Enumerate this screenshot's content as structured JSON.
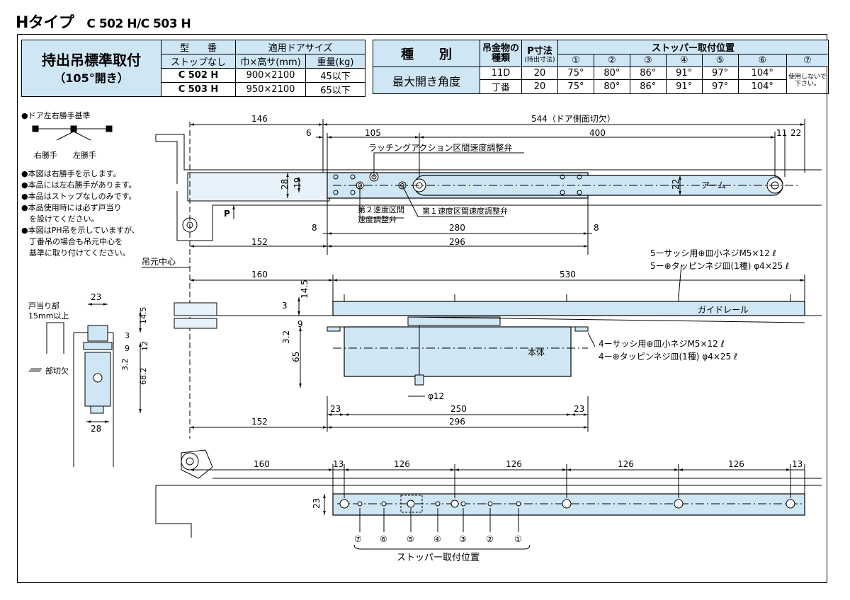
{
  "header": {
    "title": "Hタイプ",
    "models": "C 502 H/C 503 H"
  },
  "spec_left": {
    "main_title": "持出吊標準取付",
    "main_sub": "（105°開き）",
    "col_model": "型　　番",
    "col_door_size": "適用ドアサイズ",
    "stop_label": "ストップなし",
    "col_wh": "巾×高サ(mm)",
    "col_weight": "重量(kg)",
    "rows": [
      {
        "model": "C 502 H",
        "size": "900×2100",
        "weight": "45以下"
      },
      {
        "model": "C 503 H",
        "size": "950×2100",
        "weight": "65以下"
      }
    ]
  },
  "spec_right": {
    "kind": "種　　別",
    "max_angle": "最大開き角度",
    "hanger_type": "吊金物の種類",
    "p_dim": "P寸法",
    "p_sub": "(持出寸法)",
    "stopper_pos": "ストッパー取付位置",
    "positions": [
      "①",
      "②",
      "③",
      "④",
      "⑤",
      "⑥",
      "⑦"
    ],
    "rows": [
      {
        "type": "11D",
        "p": "20",
        "angles": [
          "75°",
          "80°",
          "86°",
          "91°",
          "97°",
          "104°"
        ]
      },
      {
        "type": "丁番",
        "p": "20",
        "angles": [
          "75°",
          "80°",
          "86°",
          "91°",
          "97°",
          "104°"
        ]
      }
    ],
    "not_used": "使用しないで下さい。"
  },
  "notes": {
    "hand_title": "●ドア左右勝手基準",
    "right_hand": "右勝手",
    "left_hand": "左勝手",
    "items": [
      "●本図は右勝手を示します。",
      "●本品には左右勝手があります。",
      "●本品はストップなしのみです。",
      "●本品使用時には必ず戸当り",
      "　を設けてください。",
      "●本図はPH吊を示していますが、",
      "　丁番吊の場合も吊元中心を",
      "　基準に取り付けてください。"
    ]
  },
  "top_view": {
    "d146": "146",
    "d544": "544（ドア側面切欠）",
    "d6": "6",
    "d105": "105",
    "d400": "400",
    "d11": "11",
    "d22": "22",
    "d28": "28",
    "d19": "19",
    "d22b": "22",
    "p": "P",
    "latching": "ラッチングアクション区間速度調整弁",
    "speed2a": "第２速度区間",
    "speed2b": "速度調整弁",
    "speed1": "第１速度区間速度調整弁",
    "arm": "アーム",
    "d8a": "8",
    "d280": "280",
    "d8b": "8",
    "d152": "152",
    "d296": "296",
    "pivot": "吊元中心"
  },
  "side_view": {
    "d160": "160",
    "d530": "530",
    "screw_a1": "5ーサッシ用⊕皿小ネジM5×12 ℓ",
    "screw_a2": "5ー⊕タッピンネジ皿(1種) φ4×25 ℓ",
    "guide_rail": "ガイドレール",
    "body": "本体",
    "screw_b1": "4ーサッシ用⊕皿小ネジM5×12 ℓ",
    "screw_b2": "4ー⊕タッピンネジ皿(1種) φ4×25 ℓ",
    "d3": "3",
    "d14_5": "14.5",
    "d9": "9",
    "d3_2": "3.2",
    "d65": "65",
    "phi12": "φ12",
    "d23a": "23",
    "d250": "250",
    "d23b": "23",
    "d152": "152",
    "d296": "296"
  },
  "section_view": {
    "stop_title_a": "戸当り部",
    "stop_title_b": "15mm以上",
    "d23": "23",
    "d14_5": "14.5",
    "d3": "3",
    "d9": "9",
    "d12": "12",
    "d3_2": "3.2",
    "d68_2": "68.2",
    "d28": "28",
    "cutout": "部切欠"
  },
  "bottom_view": {
    "d160": "160",
    "d13a": "13",
    "d126a": "126",
    "d126b": "126",
    "d126c": "126",
    "d126d": "126",
    "d13b": "13",
    "d23": "23",
    "markers": [
      "⑦",
      "⑥",
      "⑤",
      "④",
      "③",
      "②",
      "①"
    ],
    "stopper_label": "ストッパー取付位置"
  },
  "colors": {
    "blue": "#cfe6f5",
    "line": "#000000"
  }
}
